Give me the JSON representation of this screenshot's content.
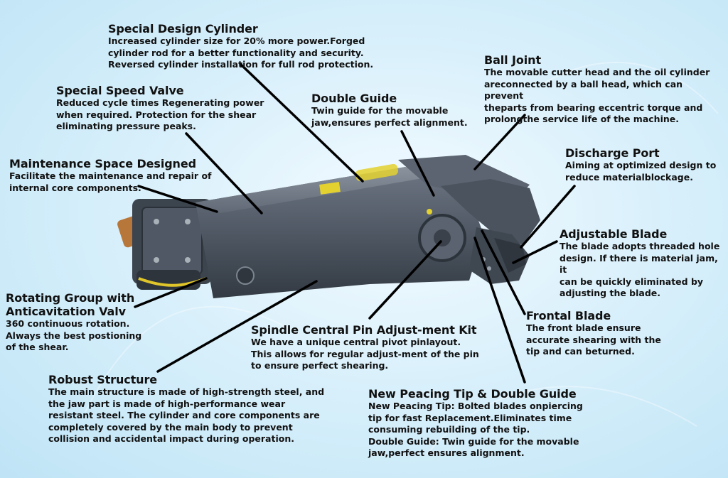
{
  "callouts": {
    "cylinder": {
      "title": "Special Design Cylinder",
      "text": "Increased cylinder size for 20% more power.Forged\ncylinder rod for a better functionality and security.\nReversed cylinder installation for full rod protection."
    },
    "ball_joint": {
      "title": "Ball Joint",
      "text": "The movable cutter head and the oil cylinder\nareconnected by a ball head, which can prevent\ntheparts from bearing eccentric torque and\nprolongthe service life of the machine."
    },
    "speed_valve": {
      "title": "Special Speed Valve",
      "text": "Reduced cycle times Regenerating power\nwhen required. Protection for the shear\neliminating pressure peaks."
    },
    "double_guide": {
      "title": "Double Guide",
      "text": "Twin guide for the movable\njaw,ensures perfect alignment."
    },
    "discharge_port": {
      "title": "Discharge Port",
      "text": "Aiming at optimized design to\nreduce materialblockage."
    },
    "maintenance": {
      "title": "Maintenance Space Designed",
      "text": "Facilitate the maintenance and repair of\ninternal core components."
    },
    "adjustable_blade": {
      "title": "Adjustable Blade",
      "text": "The blade adopts threaded hole\ndesign. If there is material jam, it\ncan be quickly eliminated by\nadjusting the blade."
    },
    "rotating_group": {
      "title_line1": "Rotating Group with",
      "title_line2": "Anticavitation Valv",
      "text": "360 continuous rotation.\nAlways the best postioning\nof the shear."
    },
    "frontal_blade": {
      "title": "Frontal Blade",
      "text": "The front blade ensure\naccurate shearing with the\ntip and can beturned."
    },
    "spindle": {
      "title": "Spindle Central Pin Adjust-ment Kit",
      "text": "We have a unique central pivot pinlayout.\nThis allows for regular adjust-ment of the pin\nto ensure perfect shearing."
    },
    "robust": {
      "title": "Robust Structure",
      "text": "The main structure is made of high-strength steel, and\nthe jaw part is made of high-performance wear\nresistant steel. The cylinder and core components are\ncompletely covered by the main body to prevent\ncollision and accidental impact during operation."
    },
    "peacing_tip": {
      "title": "New Peacing Tip & Double Guide",
      "text": "New Peacing Tip: Bolted blades onpiercing\ntip for fast Replacement.Eliminates time\nconsuming rebuilding of the tip.\nDouble Guide: Twin guide for the movable\njaw,perfect ensures alignment."
    }
  },
  "colors": {
    "background": "#cfeaf8",
    "body_steel": "#4c5561",
    "highlight": "#e3d12f",
    "leader": "#000000"
  }
}
